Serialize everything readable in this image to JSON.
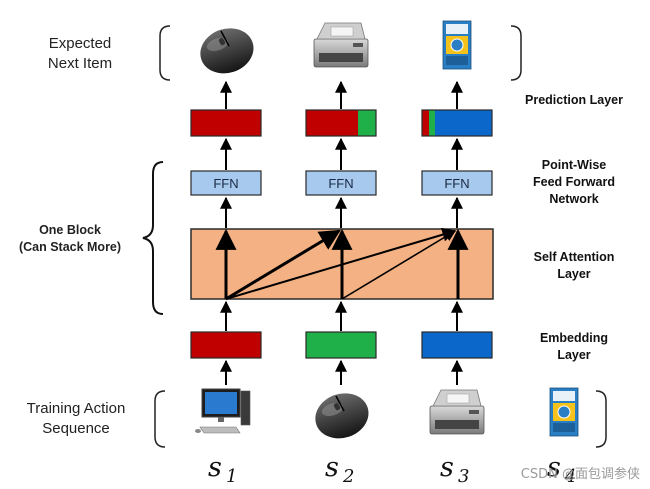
{
  "labels_left": {
    "expected_line1": "Expected",
    "expected_line2": "Next Item",
    "block_line1": "One Block",
    "block_line2": "(Can Stack More)",
    "training_line1": "Training Action",
    "training_line2": "Sequence"
  },
  "layers": {
    "prediction": "Prediction Layer",
    "ffn_line1": "Point-Wise",
    "ffn_line2": "Feed Forward",
    "ffn_line3": "Network",
    "attention_line1": "Self Attention",
    "attention_line2": "Layer",
    "embedding_line1": "Embedding",
    "embedding_line2": "Layer"
  },
  "ffn_label": "FFN",
  "sequence": [
    {
      "symbol": "s",
      "sub": "1"
    },
    {
      "symbol": "s",
      "sub": "2"
    },
    {
      "symbol": "s",
      "sub": "3"
    },
    {
      "symbol": "s",
      "sub": "4"
    }
  ],
  "watermark": "CSDN @面包调参侠",
  "colors": {
    "red": "#C00000",
    "green": "#1FB04A",
    "blue": "#0B67C9",
    "ffn_fill": "#A7C9EE",
    "attention_fill": "#F4B183"
  },
  "icons": {
    "expected": [
      "mouse-icon",
      "printer-icon",
      "book-icon"
    ],
    "training": [
      "desktop-computer-icon",
      "mouse-icon",
      "printer-icon",
      "book-icon"
    ]
  }
}
